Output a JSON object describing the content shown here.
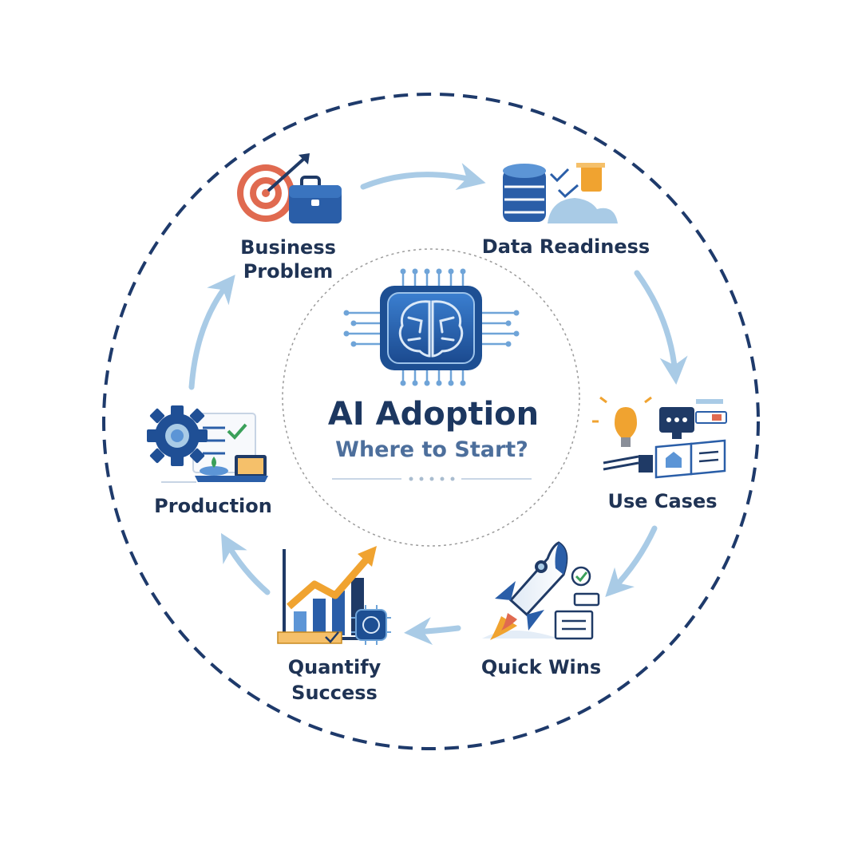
{
  "center": {
    "title": "AI Adoption",
    "subtitle": "Where to Start?"
  },
  "stages": {
    "business_problem": {
      "line1": "Business",
      "line2": "Problem"
    },
    "data_readiness": {
      "label": "Data Readiness"
    },
    "use_cases": {
      "label": "Use Cases"
    },
    "quick_wins": {
      "label": "Quick Wins"
    },
    "quantify_success": {
      "line1": "Quantify",
      "line2": "Success"
    },
    "production": {
      "label": "Production"
    }
  },
  "icons": {
    "business_problem": [
      "target-icon",
      "briefcase-icon"
    ],
    "data_readiness": [
      "database-icon",
      "team-checkmark-icon"
    ],
    "use_cases": [
      "lightbulb-icon",
      "chat-monitor-icon",
      "document-icon"
    ],
    "quick_wins": [
      "rocket-icon",
      "checklist-icon"
    ],
    "quantify_success": [
      "growth-chart-icon",
      "ruler-icon",
      "chip-icon"
    ],
    "production": [
      "gear-icon",
      "checklist-icon",
      "laptop-icon"
    ],
    "center": "ai-brain-chip-icon"
  },
  "colors": {
    "navy": "#1f3a66",
    "blue": "#2f6fb5",
    "light_blue": "#a9cbe6",
    "orange": "#f0a330",
    "red": "#e06a50",
    "dashed_ring": "#1e3a6b"
  }
}
